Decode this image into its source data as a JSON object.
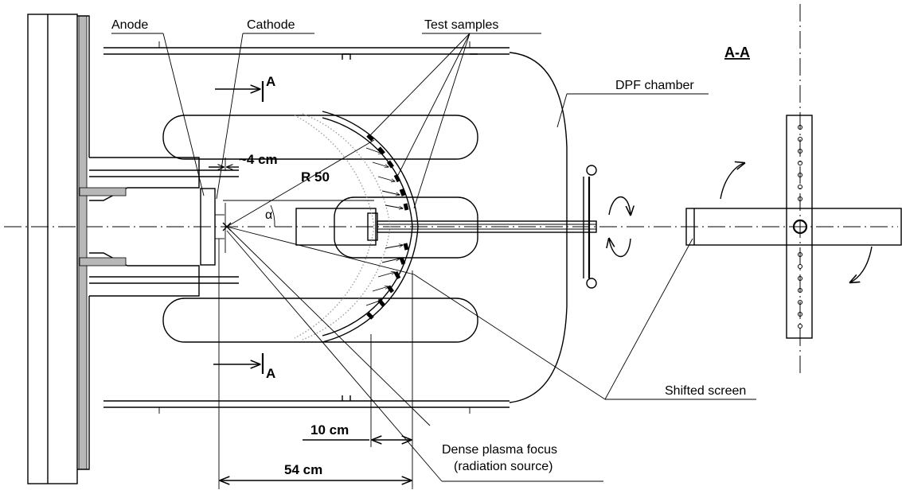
{
  "labels": {
    "anode": "Anode",
    "cathode": "Cathode",
    "test_samples": "Test samples",
    "dpf_chamber": "DPF chamber",
    "section_title": "A-A",
    "section_mark_top": "A",
    "section_mark_bottom": "A",
    "radius": "R 50",
    "alpha": "α",
    "dim_4cm": "~4 cm",
    "dim_10cm": "10 cm",
    "dim_54cm": "54 cm",
    "dense_plasma_line1": "Dense plasma focus",
    "dense_plasma_line2": "(radiation source)",
    "shifted_screen": "Shifted screen"
  }
}
